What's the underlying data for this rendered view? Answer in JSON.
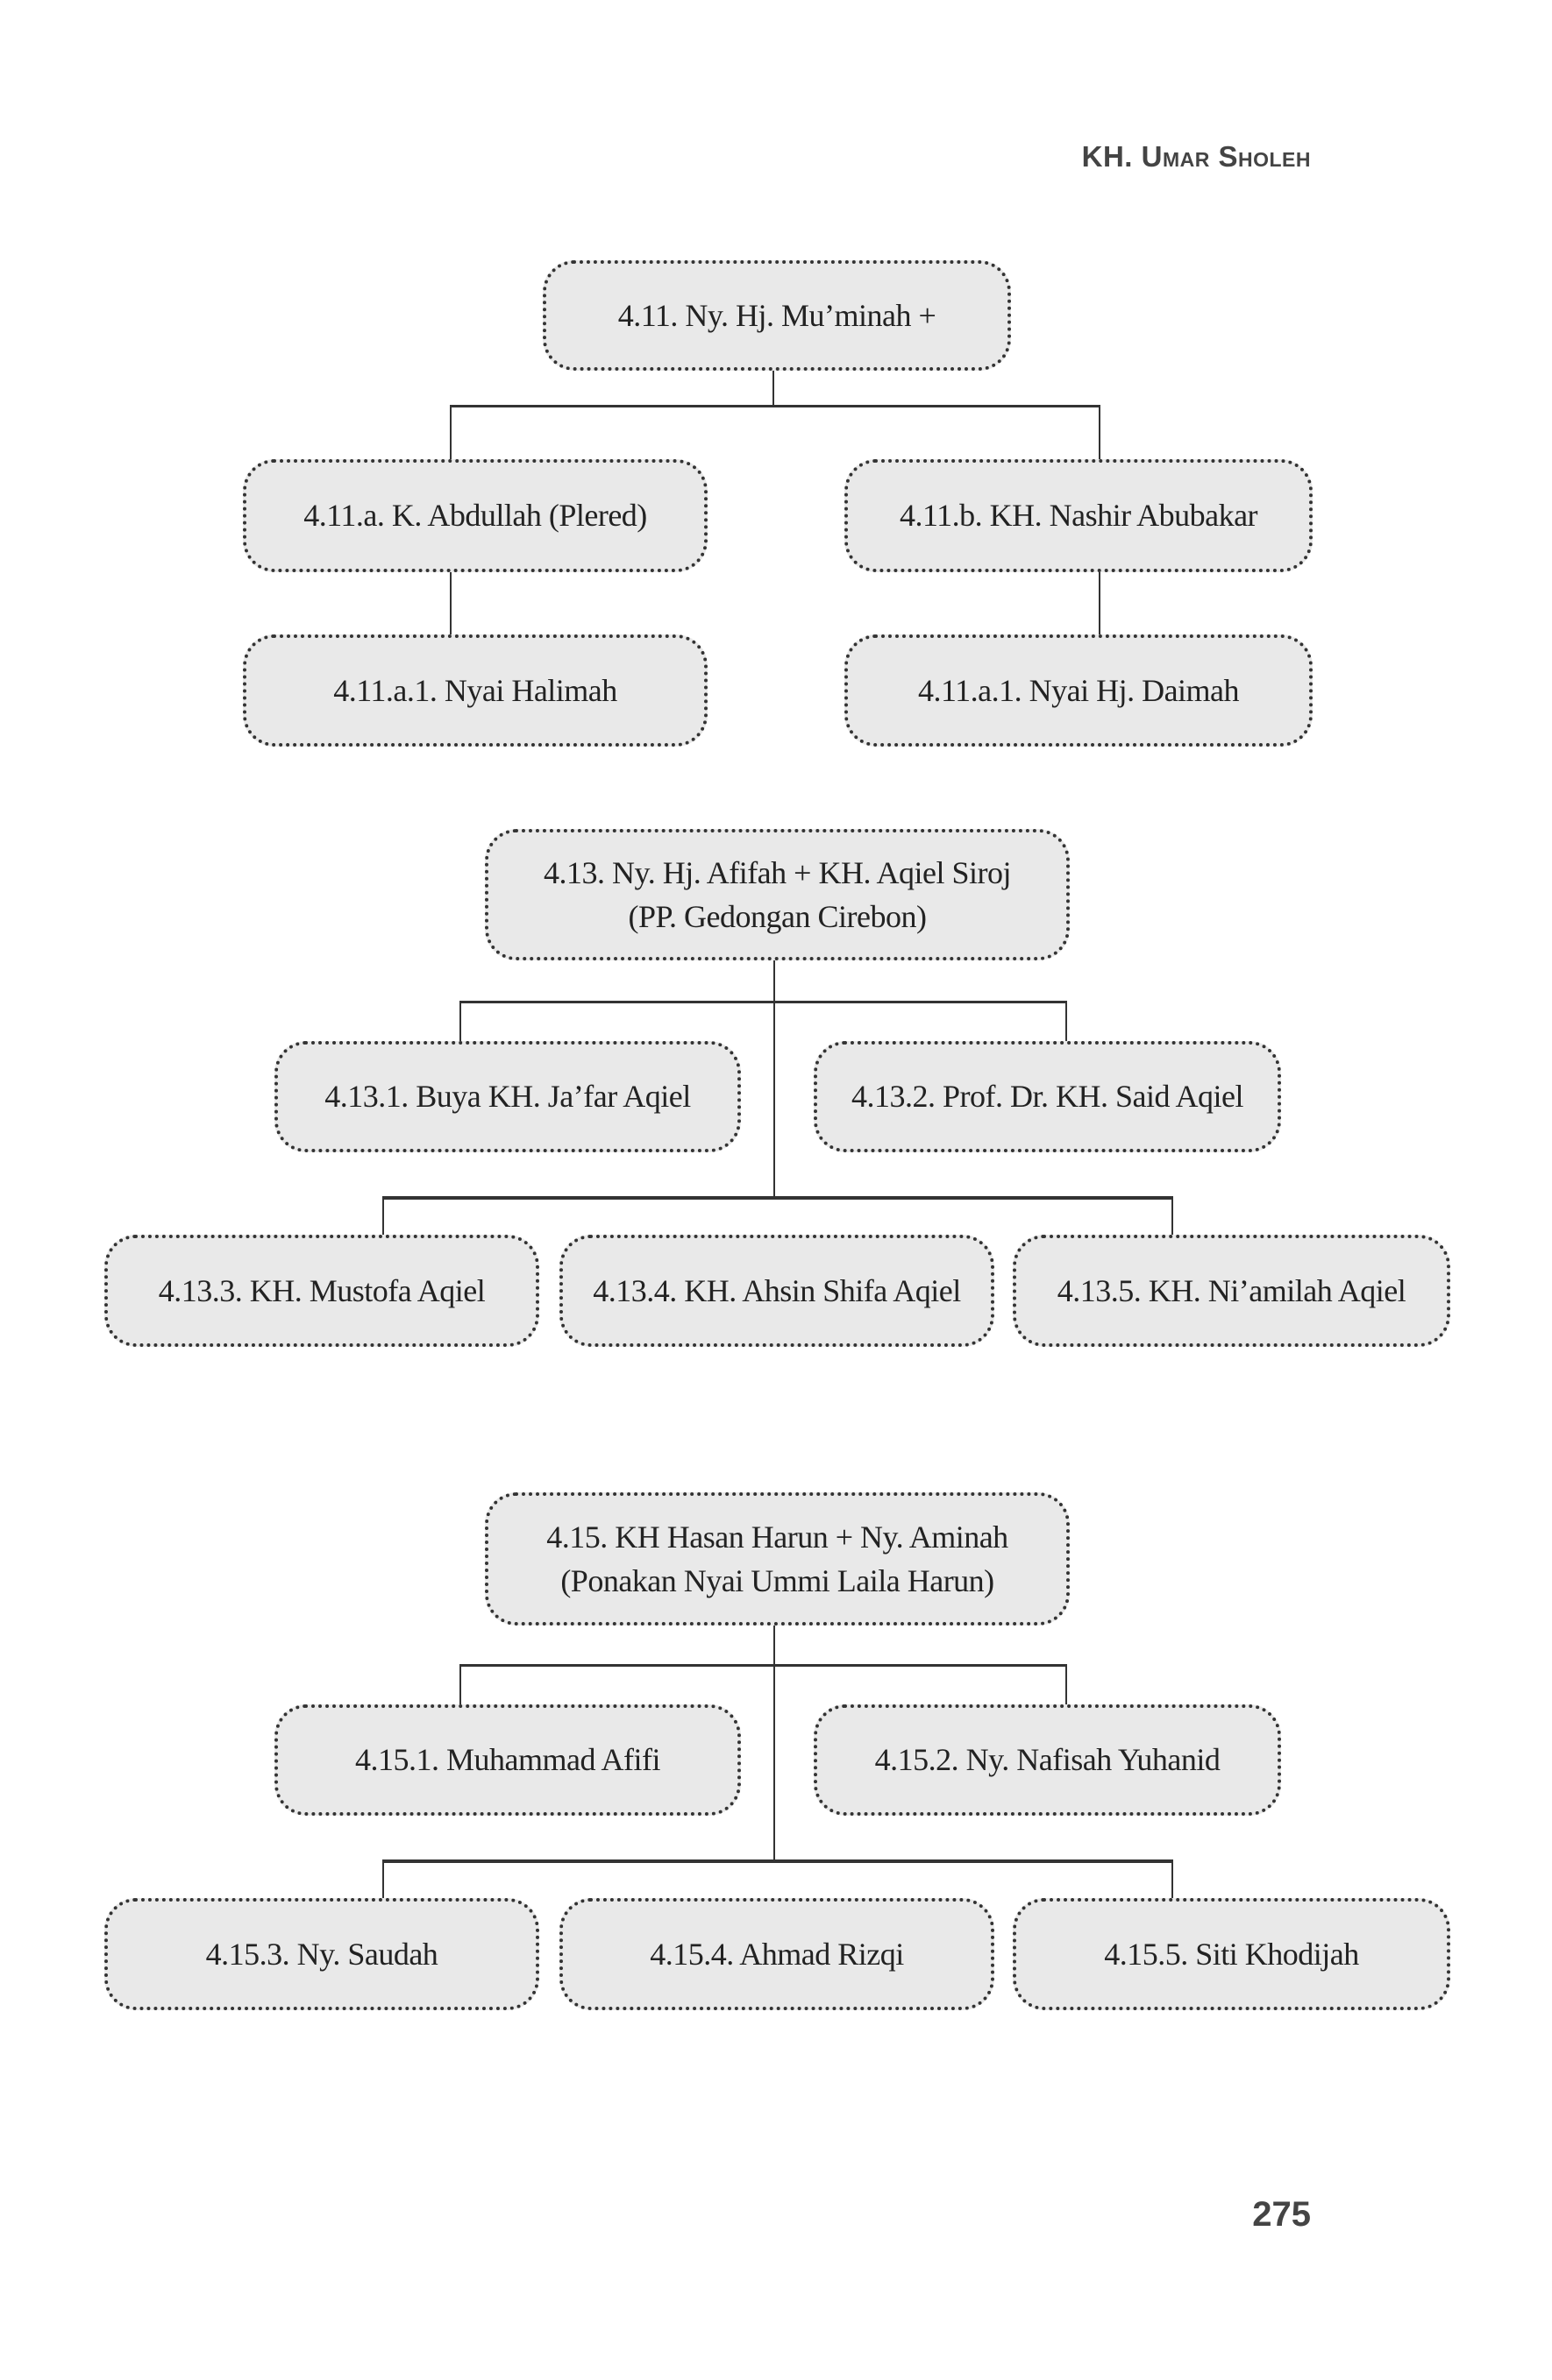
{
  "header": {
    "running_title": "KH. Umar Sholeh"
  },
  "page_number": "275",
  "tree_411": {
    "root": "4.11. Ny. Hj. Mu’minah +",
    "children": [
      "4.11.a. K. Abdullah (Plered)",
      "4.11.b. KH. Nashir Abubakar"
    ],
    "grandchildren": [
      "4.11.a.1. Nyai Halimah",
      "4.11.a.1. Nyai Hj. Daimah"
    ]
  },
  "tree_413": {
    "root_line1": "4.13. Ny. Hj. Afifah + KH. Aqiel Siroj",
    "root_line2": "(PP. Gedongan Cirebon)",
    "children": [
      "4.13.1. Buya KH. Ja’far Aqiel",
      "4.13.2. Prof. Dr. KH. Said Aqiel",
      "4.13.3. KH. Mustofa Aqiel",
      "4.13.4. KH. Ahsin Shifa Aqiel",
      "4.13.5. KH. Ni’amilah Aqiel"
    ]
  },
  "tree_415": {
    "root_line1": "4.15. KH Hasan Harun + Ny. Aminah",
    "root_line2": "(Ponakan Nyai Ummi Laila Harun)",
    "children": [
      "4.15.1. Muhammad Afifi",
      "4.15.2. Ny. Nafisah Yuhanid",
      "4.15.3. Ny. Saudah",
      "4.15.4. Ahmad Rizqi",
      "4.15.5. Siti Khodijah"
    ]
  }
}
